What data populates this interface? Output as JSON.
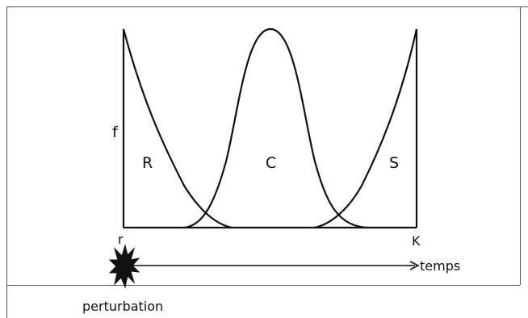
{
  "labels": {
    "y_axis": "f",
    "curve_r": "R",
    "curve_c": "C",
    "curve_s": "S",
    "axis_start": "r",
    "axis_end": "K",
    "arrow": "temps",
    "disturbance": "perturbation"
  },
  "colors": {
    "line": "#111111",
    "frame": "#555555",
    "background": "#ffffff"
  },
  "icons": {
    "disturbance": "starburst-icon"
  }
}
